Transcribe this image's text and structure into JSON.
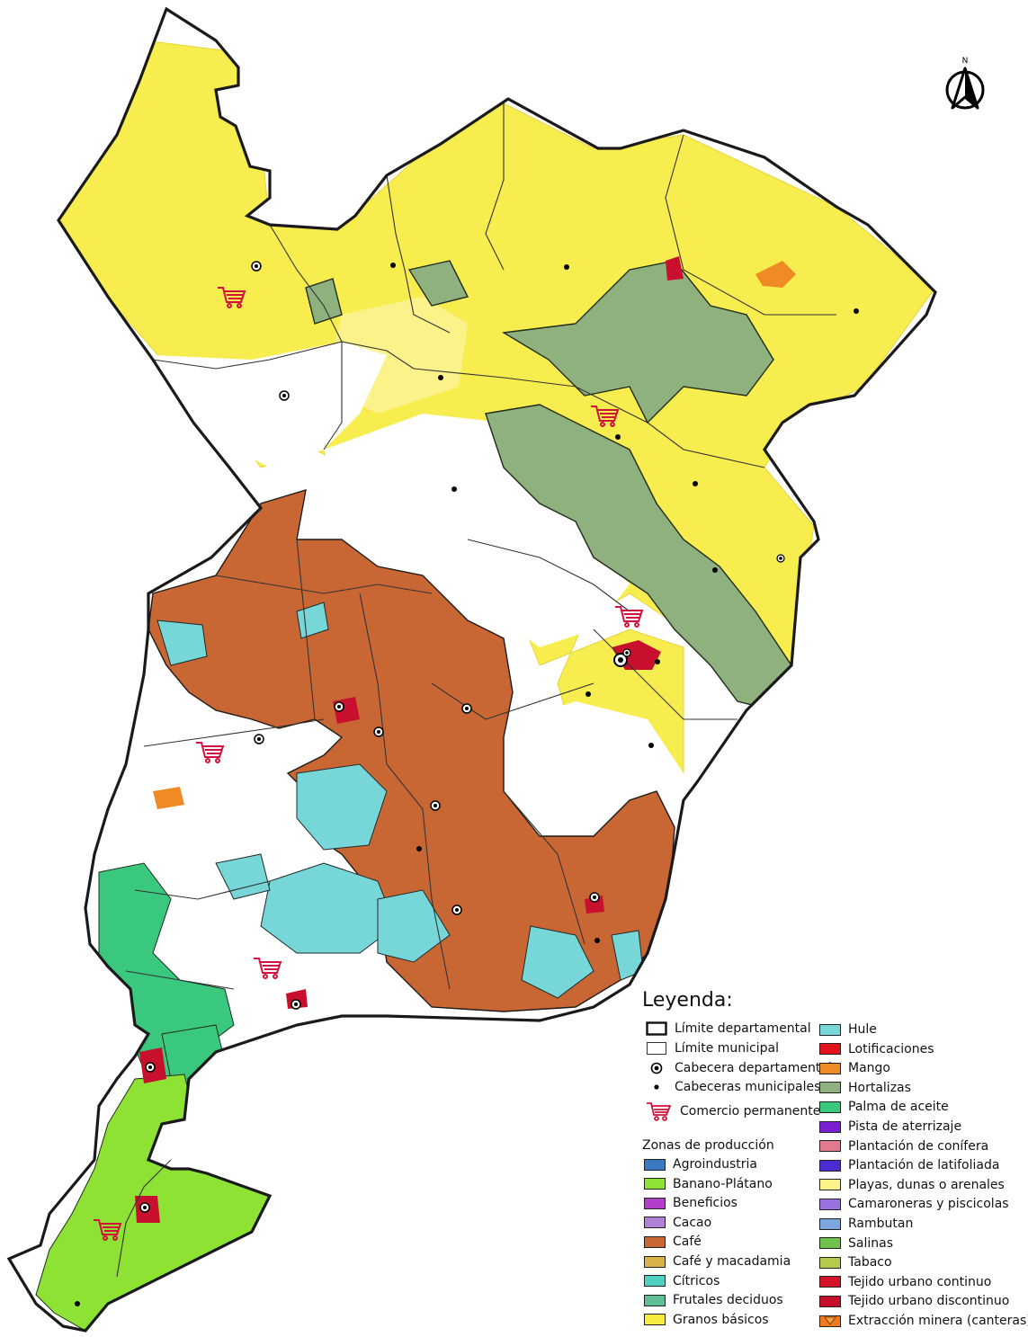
{
  "map": {
    "north_label": "N",
    "north_arrow_icon": "north-arrow-icon",
    "colors": {
      "boundary": "#1a1a1a",
      "municipal": "#333333",
      "granos": "#f7ec3f",
      "cafe": "#c96734",
      "hortalizas": "#8fb17e",
      "hule": "#77d7d8",
      "banano": "#8de234",
      "palma": "#39c87e",
      "urbano": "#c8102e",
      "mango": "#f08a24"
    }
  },
  "legend": {
    "title": "Leyenda:",
    "zones_title": "Zonas de producción",
    "top_left": [
      {
        "label": "Límite departamental",
        "kind": "box-thick"
      },
      {
        "label": "Límite municipal",
        "kind": "box-thin"
      },
      {
        "label": "Cabecera departamental",
        "kind": "target"
      },
      {
        "label": "Cabeceras municipales",
        "kind": "dot"
      },
      {
        "label": "Comercio permanente",
        "kind": "cart"
      }
    ],
    "left": [
      {
        "label": "Agroindustria",
        "color": "#3a78c2"
      },
      {
        "label": "Banano-Plátano",
        "color": "#8de234"
      },
      {
        "label": "Beneficios",
        "color": "#b23fc9"
      },
      {
        "label": "Cacao",
        "color": "#b07fd6"
      },
      {
        "label": "Café",
        "color": "#c96734"
      },
      {
        "label": "Café y macadamia",
        "color": "#d9b24a"
      },
      {
        "label": "Cítricos",
        "color": "#4fd0c0"
      },
      {
        "label": "Frutales deciduos",
        "color": "#5fbf94"
      },
      {
        "label": "Granos básicos",
        "color": "#f7ec3f"
      }
    ],
    "right": [
      {
        "label": "Hule",
        "color": "#77d7d8"
      },
      {
        "label": "Lotificaciones",
        "color": "#e3121f"
      },
      {
        "label": "Mango",
        "color": "#f08a24"
      },
      {
        "label": "Hortalizas",
        "color": "#8fb17e"
      },
      {
        "label": "Palma de aceite",
        "color": "#39c87e"
      },
      {
        "label": "Pista de aterrizaje",
        "color": "#7a1fd1"
      },
      {
        "label": "Plantación de conífera",
        "color": "#e07a8c"
      },
      {
        "label": "Plantación de latifoliada",
        "color": "#4b2bd4"
      },
      {
        "label": "Playas, dunas o arenales",
        "color": "#fbf38a"
      },
      {
        "label": "Camaroneras y piscicolas",
        "color": "#9a6fe0"
      },
      {
        "label": "Rambutan",
        "color": "#7aa6dc"
      },
      {
        "label": "Salinas",
        "color": "#6fc24a"
      },
      {
        "label": "Tabaco",
        "color": "#b5c94a"
      },
      {
        "label": "Tejido urbano continuo",
        "color": "#d41228"
      },
      {
        "label": "Tejido urbano discontinuo",
        "color": "#c40e2a"
      },
      {
        "label": "Extracción minera (canteras)",
        "color": "#f07a20",
        "marker": "triangle"
      }
    ]
  }
}
